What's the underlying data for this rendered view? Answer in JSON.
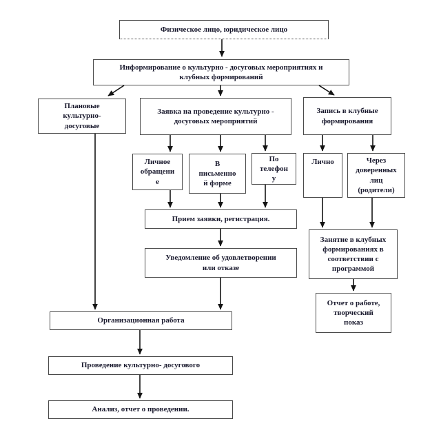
{
  "diagram": {
    "type": "flowchart",
    "language": "ru",
    "colors": {
      "background": "#ffffff",
      "box_border": "#4a4a4a",
      "text": "#1a1a2e",
      "arrow": "#141414"
    },
    "nodes": {
      "entity": {
        "label": "Физическое лицо, юридическое лицо"
      },
      "informing": {
        "label": "Информирование о культурно - досуговых мероприятиях и\nклубных формирований"
      },
      "planned": {
        "label": "Плановые\nкультурно-\nдосуговые"
      },
      "request": {
        "label": "Заявка на проведение культурно -\nдосуговых мероприятий"
      },
      "club_signup": {
        "label": "Запись в клубные\nформирования"
      },
      "personal_visit": {
        "label": "Личное\nобращени\nе"
      },
      "written_form": {
        "label": "В\nписьменно\nй форме"
      },
      "by_phone": {
        "label": "По\nтелефон\nу"
      },
      "in_person": {
        "label": "Лично"
      },
      "via_proxy": {
        "label": "Через\nдоверенных\nлиц\n(родители)"
      },
      "registration": {
        "label": "Прием заявки, регистрация."
      },
      "notification": {
        "label": "Уведомление об удовлетворении\nили отказе"
      },
      "org_work": {
        "label": "Организационная работа"
      },
      "event_holding": {
        "label": "Проведение культурно- досугового"
      },
      "analysis": {
        "label": "Анализ, отчет о проведении."
      },
      "club_sessions": {
        "label": "Занятие в клубных\nформированиях в\nсоответствии с\nпрограммой"
      },
      "report_show": {
        "label": "Отчет о работе,\nтворческий\nпоказ"
      }
    },
    "edges": [
      {
        "from": "entity",
        "to": "informing"
      },
      {
        "from": "informing",
        "to": "planned"
      },
      {
        "from": "informing",
        "to": "request"
      },
      {
        "from": "informing",
        "to": "club_signup"
      },
      {
        "from": "request",
        "to": "personal_visit"
      },
      {
        "from": "request",
        "to": "written_form"
      },
      {
        "from": "request",
        "to": "by_phone"
      },
      {
        "from": "club_signup",
        "to": "in_person"
      },
      {
        "from": "club_signup",
        "to": "via_proxy"
      },
      {
        "from": "personal_visit",
        "to": "registration"
      },
      {
        "from": "written_form",
        "to": "registration"
      },
      {
        "from": "by_phone",
        "to": "registration"
      },
      {
        "from": "registration",
        "to": "notification"
      },
      {
        "from": "notification",
        "to": "org_work"
      },
      {
        "from": "planned",
        "to": "org_work"
      },
      {
        "from": "org_work",
        "to": "event_holding"
      },
      {
        "from": "event_holding",
        "to": "analysis"
      },
      {
        "from": "in_person",
        "to": "club_sessions"
      },
      {
        "from": "via_proxy",
        "to": "club_sessions"
      },
      {
        "from": "club_sessions",
        "to": "report_show"
      }
    ]
  }
}
